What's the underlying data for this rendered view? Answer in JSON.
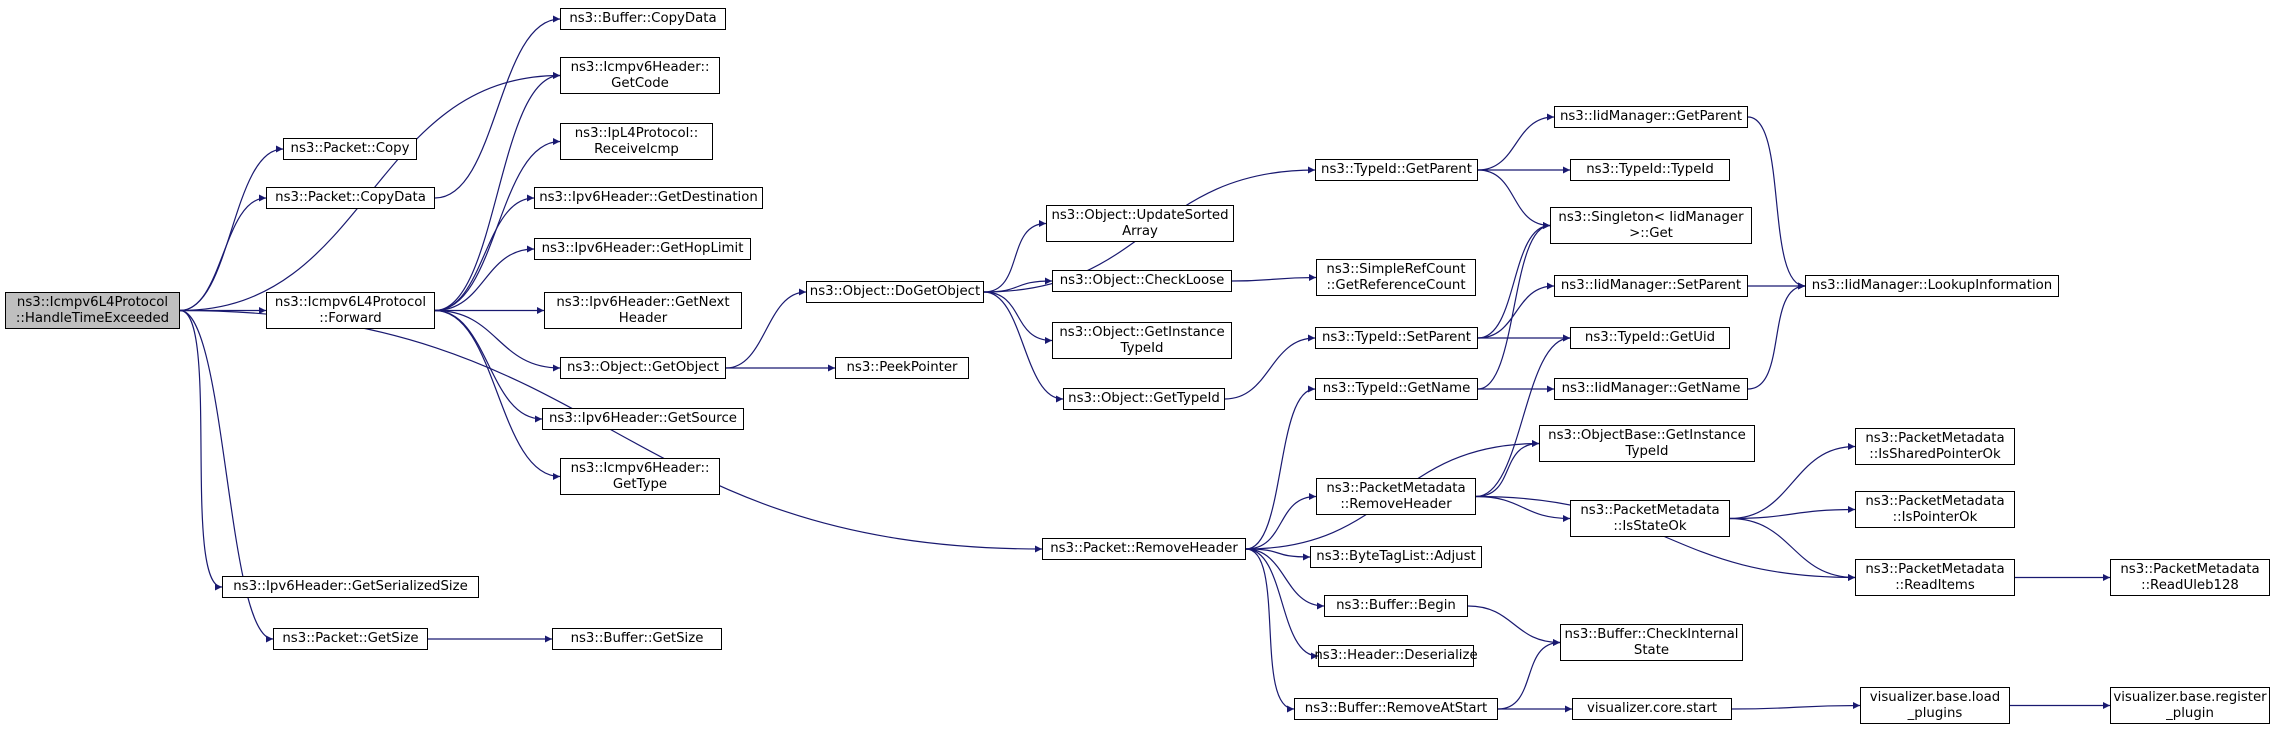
{
  "edge_color": "#191970",
  "root_fill": "#bfbfbf",
  "nodes": [
    {
      "id": "root",
      "lines": [
        "ns3::Icmpv6L4Protocol",
        "::HandleTimeExceeded"
      ],
      "root": true
    },
    {
      "id": "packet_copy",
      "lines": [
        "ns3::Packet::Copy"
      ]
    },
    {
      "id": "packet_copydata",
      "lines": [
        "ns3::Packet::CopyData"
      ]
    },
    {
      "id": "buffer_copydata",
      "lines": [
        "ns3::Buffer::CopyData"
      ]
    },
    {
      "id": "icmp_forward",
      "lines": [
        "ns3::Icmpv6L4Protocol",
        "::Forward"
      ]
    },
    {
      "id": "icmphdr_getcode",
      "lines": [
        "ns3::Icmpv6Header::",
        "GetCode"
      ]
    },
    {
      "id": "ipl4_receiveicmp",
      "lines": [
        "ns3::IpL4Protocol::",
        "ReceiveIcmp"
      ]
    },
    {
      "id": "ipv6_getdest",
      "lines": [
        "ns3::Ipv6Header::GetDestination"
      ]
    },
    {
      "id": "ipv6_gethoplimit",
      "lines": [
        "ns3::Ipv6Header::GetHopLimit"
      ]
    },
    {
      "id": "ipv6_getnext",
      "lines": [
        "ns3::Ipv6Header::GetNext",
        "Header"
      ]
    },
    {
      "id": "object_getobject",
      "lines": [
        "ns3::Object::GetObject"
      ]
    },
    {
      "id": "ipv6_getsource",
      "lines": [
        "ns3::Ipv6Header::GetSource"
      ]
    },
    {
      "id": "icmphdr_gettype",
      "lines": [
        "ns3::Icmpv6Header::",
        "GetType"
      ]
    },
    {
      "id": "ipv6_getserialized",
      "lines": [
        "ns3::Ipv6Header::GetSerializedSize"
      ]
    },
    {
      "id": "packet_getsize",
      "lines": [
        "ns3::Packet::GetSize"
      ]
    },
    {
      "id": "buffer_getsize",
      "lines": [
        "ns3::Buffer::GetSize"
      ]
    },
    {
      "id": "object_dogetobject",
      "lines": [
        "ns3::Object::DoGetObject"
      ]
    },
    {
      "id": "peekpointer",
      "lines": [
        "ns3::PeekPointer"
      ]
    },
    {
      "id": "object_updatesorted",
      "lines": [
        "ns3::Object::UpdateSorted",
        "Array"
      ]
    },
    {
      "id": "object_checkloose",
      "lines": [
        "ns3::Object::CheckLoose"
      ]
    },
    {
      "id": "object_getinstance",
      "lines": [
        "ns3::Object::GetInstance",
        "TypeId"
      ]
    },
    {
      "id": "object_gettypeid",
      "lines": [
        "ns3::Object::GetTypeId"
      ]
    },
    {
      "id": "simplerefcount",
      "lines": [
        "ns3::SimpleRefCount",
        "::GetReferenceCount"
      ]
    },
    {
      "id": "typeid_getparent",
      "lines": [
        "ns3::TypeId::GetParent"
      ]
    },
    {
      "id": "typeid_setparent",
      "lines": [
        "ns3::TypeId::SetParent"
      ]
    },
    {
      "id": "typeid_getname",
      "lines": [
        "ns3::TypeId::GetName"
      ]
    },
    {
      "id": "iid_getparent",
      "lines": [
        "ns3::IidManager::GetParent"
      ]
    },
    {
      "id": "typeid_typeid",
      "lines": [
        "ns3::TypeId::TypeId"
      ]
    },
    {
      "id": "singleton_get",
      "lines": [
        "ns3::Singleton< IidManager",
        " >::Get"
      ]
    },
    {
      "id": "iid_setparent",
      "lines": [
        "ns3::IidManager::SetParent"
      ]
    },
    {
      "id": "typeid_getuid",
      "lines": [
        "ns3::TypeId::GetUid"
      ]
    },
    {
      "id": "iid_getname",
      "lines": [
        "ns3::IidManager::GetName"
      ]
    },
    {
      "id": "iid_lookup",
      "lines": [
        "ns3::IidManager::LookupInformation"
      ]
    },
    {
      "id": "packet_removeheader",
      "lines": [
        "ns3::Packet::RemoveHeader"
      ]
    },
    {
      "id": "pm_removeheader",
      "lines": [
        "ns3::PacketMetadata",
        "::RemoveHeader"
      ]
    },
    {
      "id": "objectbase_getinstance",
      "lines": [
        "ns3::ObjectBase::GetInstance",
        "TypeId"
      ]
    },
    {
      "id": "bytetaglist_adjust",
      "lines": [
        "ns3::ByteTagList::Adjust"
      ]
    },
    {
      "id": "buffer_begin",
      "lines": [
        "ns3::Buffer::Begin"
      ]
    },
    {
      "id": "header_deserialize",
      "lines": [
        "ns3::Header::Deserialize"
      ]
    },
    {
      "id": "buffer_removeatstart",
      "lines": [
        "ns3::Buffer::RemoveAtStart"
      ]
    },
    {
      "id": "pm_isstateok",
      "lines": [
        "ns3::PacketMetadata",
        "::IsStateOk"
      ]
    },
    {
      "id": "buffer_checkinternal",
      "lines": [
        "ns3::Buffer::CheckInternal",
        "State"
      ]
    },
    {
      "id": "viz_core_start",
      "lines": [
        "visualizer.core.start"
      ]
    },
    {
      "id": "pm_issharedpointerok",
      "lines": [
        "ns3::PacketMetadata",
        "::IsSharedPointerOk"
      ]
    },
    {
      "id": "pm_ispointerok",
      "lines": [
        "ns3::PacketMetadata",
        "::IsPointerOk"
      ]
    },
    {
      "id": "pm_readitems",
      "lines": [
        "ns3::PacketMetadata",
        "::ReadItems"
      ]
    },
    {
      "id": "viz_load_plugins",
      "lines": [
        "visualizer.base.load",
        "_plugins"
      ]
    },
    {
      "id": "pm_readuleb128",
      "lines": [
        "ns3::PacketMetadata",
        "::ReadUleb128"
      ]
    },
    {
      "id": "viz_register_plugin",
      "lines": [
        "visualizer.base.register",
        "_plugin"
      ]
    }
  ],
  "edges": [
    [
      "root",
      "packet_copy"
    ],
    [
      "root",
      "packet_copydata"
    ],
    [
      "root",
      "icmphdr_getcode"
    ],
    [
      "root",
      "icmp_forward"
    ],
    [
      "root",
      "packet_removeheader"
    ],
    [
      "root",
      "ipv6_getserialized"
    ],
    [
      "root",
      "packet_getsize"
    ],
    [
      "packet_copydata",
      "buffer_copydata"
    ],
    [
      "packet_getsize",
      "buffer_getsize"
    ],
    [
      "icmp_forward",
      "icmphdr_getcode"
    ],
    [
      "icmp_forward",
      "ipl4_receiveicmp"
    ],
    [
      "icmp_forward",
      "ipv6_getdest"
    ],
    [
      "icmp_forward",
      "ipv6_gethoplimit"
    ],
    [
      "icmp_forward",
      "ipv6_getnext"
    ],
    [
      "icmp_forward",
      "object_getobject"
    ],
    [
      "icmp_forward",
      "ipv6_getsource"
    ],
    [
      "icmp_forward",
      "icmphdr_gettype"
    ],
    [
      "object_getobject",
      "object_dogetobject"
    ],
    [
      "object_getobject",
      "peekpointer"
    ],
    [
      "object_dogetobject",
      "typeid_getparent"
    ],
    [
      "object_dogetobject",
      "object_updatesorted"
    ],
    [
      "object_dogetobject",
      "object_checkloose"
    ],
    [
      "object_dogetobject",
      "object_getinstance"
    ],
    [
      "object_dogetobject",
      "object_gettypeid"
    ],
    [
      "object_checkloose",
      "simplerefcount"
    ],
    [
      "object_gettypeid",
      "typeid_setparent"
    ],
    [
      "typeid_getparent",
      "iid_getparent"
    ],
    [
      "typeid_getparent",
      "typeid_typeid"
    ],
    [
      "typeid_getparent",
      "singleton_get"
    ],
    [
      "iid_getparent",
      "iid_lookup"
    ],
    [
      "typeid_setparent",
      "singleton_get"
    ],
    [
      "typeid_setparent",
      "iid_setparent"
    ],
    [
      "typeid_setparent",
      "typeid_getuid"
    ],
    [
      "iid_setparent",
      "iid_lookup"
    ],
    [
      "typeid_getname",
      "singleton_get"
    ],
    [
      "typeid_getname",
      "iid_getname"
    ],
    [
      "iid_getname",
      "iid_lookup"
    ],
    [
      "packet_removeheader",
      "typeid_getname"
    ],
    [
      "packet_removeheader",
      "objectbase_getinstance"
    ],
    [
      "packet_removeheader",
      "pm_removeheader"
    ],
    [
      "packet_removeheader",
      "bytetaglist_adjust"
    ],
    [
      "packet_removeheader",
      "buffer_begin"
    ],
    [
      "packet_removeheader",
      "header_deserialize"
    ],
    [
      "packet_removeheader",
      "buffer_removeatstart"
    ],
    [
      "pm_removeheader",
      "typeid_getuid"
    ],
    [
      "pm_removeheader",
      "objectbase_getinstance"
    ],
    [
      "pm_removeheader",
      "pm_isstateok"
    ],
    [
      "pm_removeheader",
      "pm_readitems"
    ],
    [
      "pm_isstateok",
      "pm_issharedpointerok"
    ],
    [
      "pm_isstateok",
      "pm_ispointerok"
    ],
    [
      "pm_isstateok",
      "pm_readitems"
    ],
    [
      "pm_readitems",
      "pm_readuleb128"
    ],
    [
      "buffer_begin",
      "buffer_checkinternal"
    ],
    [
      "buffer_removeatstart",
      "buffer_checkinternal"
    ],
    [
      "buffer_removeatstart",
      "viz_core_start"
    ],
    [
      "viz_core_start",
      "viz_load_plugins"
    ],
    [
      "viz_load_plugins",
      "viz_register_plugin"
    ]
  ]
}
